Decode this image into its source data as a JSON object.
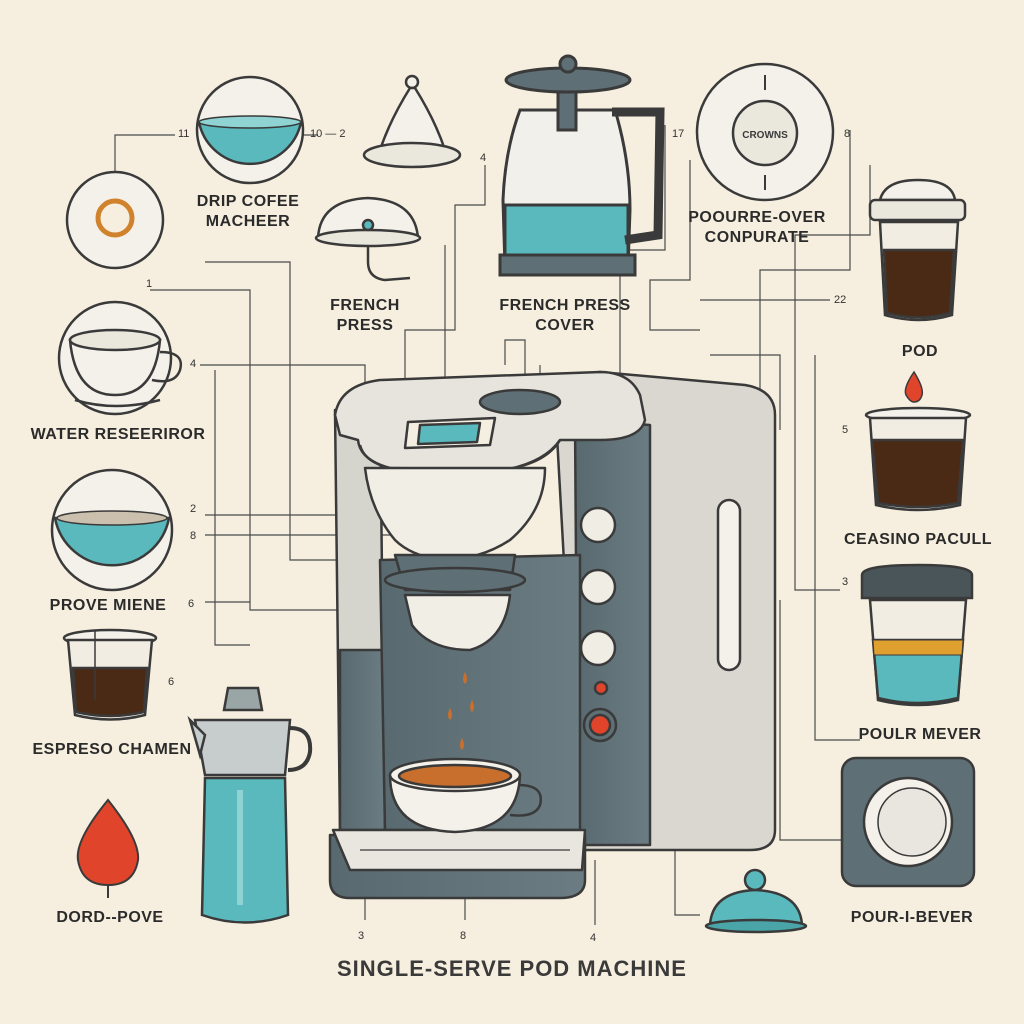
{
  "title": "SINGLE-SERVE POD MACHINE",
  "labels": {
    "drip_coffee_machine": "DRIP COFEE\nMACHEER",
    "french_press": "FRENCH\nPRESS",
    "french_press_cover": "FRENCH PRESS\nCOVER",
    "pour_over_comparate": "POOURRE-OVER\nCONPURATE",
    "water_reservoir": "WATER RESEERIROR",
    "prove_mene": "PROVE MIENE",
    "espresso_chamber": "ESPRESO CHAMEN",
    "dord_pove": "DORD--POVE",
    "pod": "POD",
    "ceasino_pacull": "CEASINO PACULL",
    "pour_mever": "POULR MEVER",
    "pour_i_bever": "POUR-I-BEVER"
  },
  "dial_text": "CROWNS",
  "callout_numbers": {
    "n11": "11",
    "n10_2": "10 — 2",
    "n4_top": "4",
    "n17": "17",
    "n8_top": "8",
    "n1": "1",
    "n22": "22",
    "n4_left": "4",
    "n5": "5",
    "n2": "2",
    "n8_left": "8",
    "n3": "3",
    "n6a": "6",
    "n6b": "6",
    "n3_bottom": "3",
    "n8_bottom": "8",
    "n4_bottom": "4"
  },
  "colors": {
    "background": "#f6efdf",
    "machine_slate": "#5e6f75",
    "machine_light": "#d9d7cf",
    "water_teal": "#5ab9bd",
    "coffee_brown": "#4a2a14",
    "accent_red": "#e0452b",
    "outline": "#3a3a3a"
  }
}
